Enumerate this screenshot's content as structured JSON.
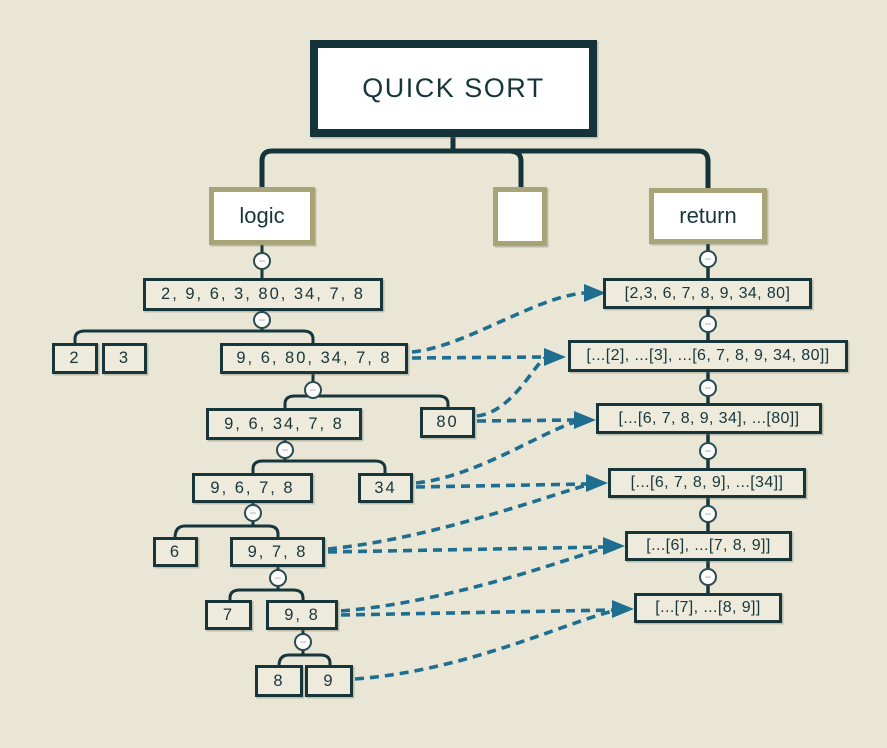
{
  "title": {
    "label": "QUICK SORT"
  },
  "branches": [
    {
      "label": "logic"
    },
    {
      "label": ""
    },
    {
      "label": "return"
    }
  ],
  "icons": {
    "collapse": "−"
  },
  "tree": {
    "nodes": [
      {
        "label": "2, 9, 6, 3, 80, 34, 7, 8"
      },
      {
        "label": "2"
      },
      {
        "label": "3"
      },
      {
        "label": "9, 6, 80, 34, 7, 8"
      },
      {
        "label": "9, 6, 34, 7, 8"
      },
      {
        "label": "80"
      },
      {
        "label": "9, 6, 7, 8"
      },
      {
        "label": "34"
      },
      {
        "label": "6"
      },
      {
        "label": "9, 7, 8"
      },
      {
        "label": "7"
      },
      {
        "label": "9, 8"
      },
      {
        "label": "8"
      },
      {
        "label": "9"
      }
    ]
  },
  "returns": {
    "nodes": [
      {
        "label": "[2,3, 6, 7, 8, 9, 34, 80]"
      },
      {
        "label": "[...[2], ...[3], ...[6, 7, 8, 9, 34, 80]]"
      },
      {
        "label": "[...[6, 7, 8, 9, 34], ...[80]]"
      },
      {
        "label": "[...[6, 7, 8, 9], ...[34]]"
      },
      {
        "label": "[...[6], ...[7, 8, 9]]"
      },
      {
        "label": "[...[7], ...[8, 9]]"
      }
    ]
  },
  "connections": [
    {
      "from": "9, 6, 80, 34, 7, 8",
      "to": "[2,3, 6, 7, 8, 9, 34, 80]"
    },
    {
      "from": "9, 6, 80, 34, 7, 8",
      "to": "[...[2], ...[3], ...[6, 7, 8, 9, 34, 80]]"
    },
    {
      "from": "80",
      "to": "[...[2], ...[3], ...[6, 7, 8, 9, 34, 80]]"
    },
    {
      "from": "80",
      "to": "[...[6, 7, 8, 9, 34], ...[80]]"
    },
    {
      "from": "34",
      "to": "[...[6, 7, 8, 9, 34], ...[80]]"
    },
    {
      "from": "34",
      "to": "[...[6, 7, 8, 9], ...[34]]"
    },
    {
      "from": "9, 7, 8",
      "to": "[...[6, 7, 8, 9], ...[34]]"
    },
    {
      "from": "9, 7, 8",
      "to": "[...[6], ...[7, 8, 9]]"
    },
    {
      "from": "9, 8",
      "to": "[...[6], ...[7, 8, 9]]"
    },
    {
      "from": "9, 8",
      "to": "[...[7], ...[8, 9]]"
    },
    {
      "from": "9",
      "to": "[...[7], ...[8, 9]]"
    }
  ],
  "colors": {
    "background": "#eae6d5",
    "dark_teal": "#16363c",
    "olive_border": "#a8a478",
    "arrow_blue": "#1e6e91",
    "node_fill": "#eeebdc",
    "collapse_minus": "#a9a2cc"
  }
}
